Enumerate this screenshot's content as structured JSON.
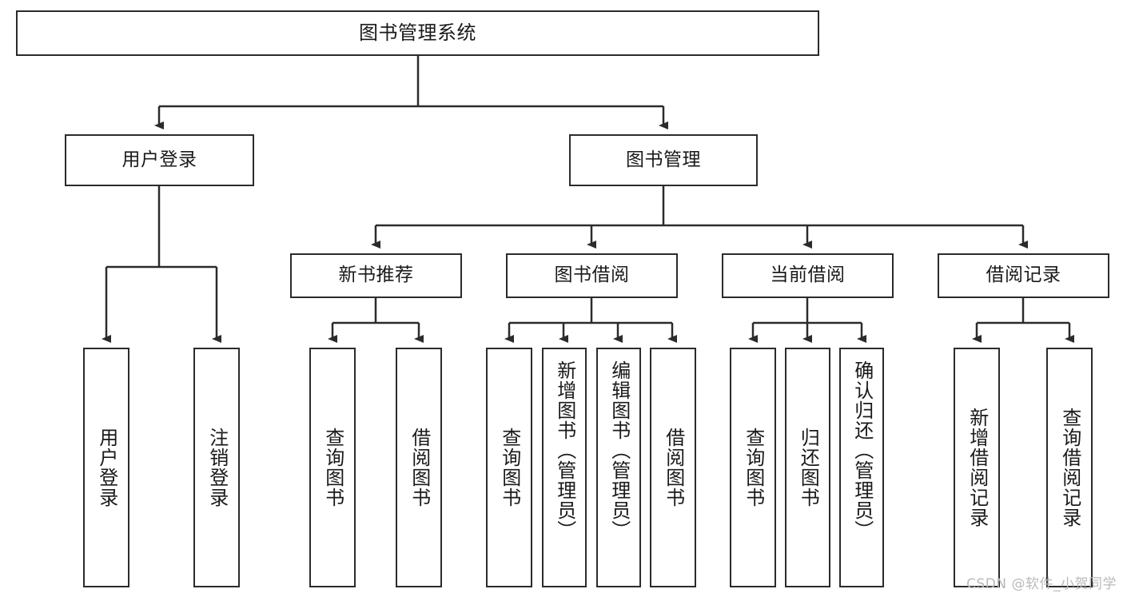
{
  "diagram": {
    "type": "tree-hierarchy",
    "title": "图书管理系统",
    "orientation": "top-down",
    "colors": {
      "stroke": "#2b2b2b",
      "fill": "#ffffff",
      "text": "#1a1a1a",
      "watermark": "#b9b9b9"
    },
    "nodes": {
      "root": {
        "label": "图书管理系统"
      },
      "level2": [
        {
          "label": "用户登录"
        },
        {
          "label": "图书管理"
        }
      ],
      "level3": [
        {
          "label": "新书推荐"
        },
        {
          "label": "图书借阅"
        },
        {
          "label": "当前借阅"
        },
        {
          "label": "借阅记录"
        }
      ],
      "leaves_user_login": [
        {
          "label": "用户登录"
        },
        {
          "label": "注销登录"
        }
      ],
      "leaves_new_books": [
        {
          "label": "查询图书"
        },
        {
          "label": "借阅图书"
        }
      ],
      "leaves_borrow": [
        {
          "label": "查询图书"
        },
        {
          "label": "新增图书（管理员）"
        },
        {
          "label": "编辑图书（管理员）"
        },
        {
          "label": "借阅图书"
        }
      ],
      "leaves_current": [
        {
          "label": "查询图书"
        },
        {
          "label": "归还图书"
        },
        {
          "label": "确认归还（管理员）"
        }
      ],
      "leaves_records": [
        {
          "label": "新增借阅记录"
        },
        {
          "label": "查询借阅记录"
        }
      ]
    }
  },
  "watermark": {
    "text": "CSDN @软件_小贺同学"
  }
}
